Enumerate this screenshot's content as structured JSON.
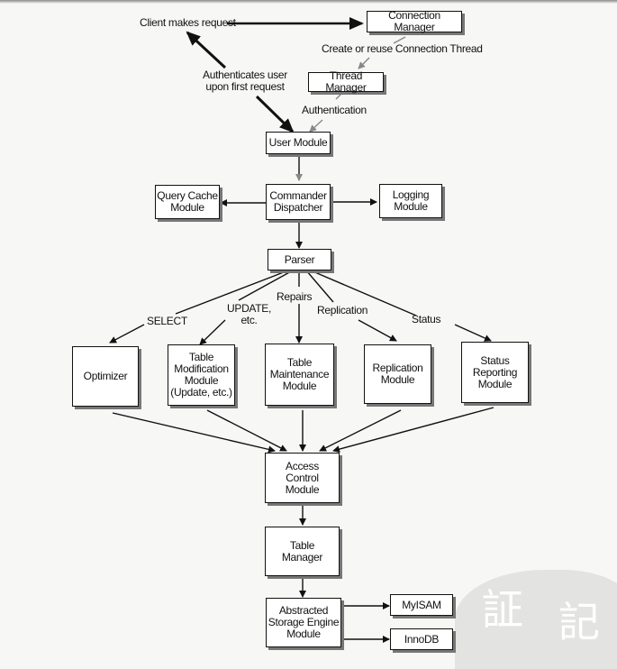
{
  "diagram": {
    "top": {
      "client": "Client makes request",
      "connection_manager": "Connection Manager",
      "create_thread": "Create or reuse Connection Thread",
      "thread_manager": "Thread Manager",
      "authenticates": "Authenticates user\nupon first request",
      "authentication": "Authentication"
    },
    "core": {
      "user_module": "User Module",
      "query_cache": "Query Cache\nModule",
      "dispatcher": "Commander\nDispatcher",
      "logging": "Logging\nModule",
      "parser": "Parser"
    },
    "branch_labels": {
      "select": "SELECT",
      "update": "UPDATE,\netc.",
      "repairs": "Repairs",
      "replication": "Replication",
      "status": "Status"
    },
    "modules": {
      "optimizer": "Optimizer",
      "table_mod": "Table\nModification\nModule\n(Update, etc.)",
      "table_maint": "Table\nMaintenance\nModule",
      "replication": "Replication\nModule",
      "status": "Status\nReporting\nModule"
    },
    "bottom": {
      "access_control": "Access\nControl\nModule",
      "table_manager": "Table\nManager",
      "storage_engine": "Abstracted\nStorage Engine\nModule",
      "myisam": "MyISAM",
      "innodb": "InnoDB"
    },
    "watermark_glyphs": [
      "証",
      "記"
    ]
  }
}
